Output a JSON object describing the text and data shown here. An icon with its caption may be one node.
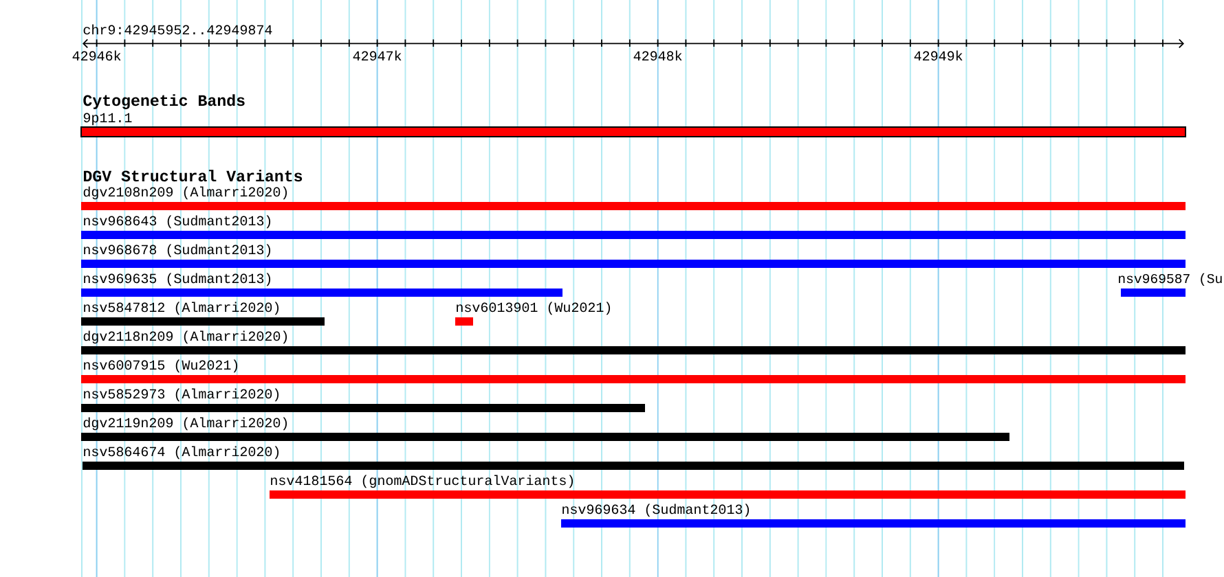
{
  "diagram": {
    "nodes": [
      {
        "text": [
          "9p11.1"
        ]
      },
      {
        "text": [
          "dgv2108n209 (Almarri2020)"
        ]
      },
      {
        "text": [
          "nsv968643 (Sudmant2013)"
        ]
      },
      {
        "text": [
          "nsv968678 (Sudmant2013)"
        ]
      },
      {
        "text": [
          "nsv969635 (Sudmant2013)"
        ]
      },
      {
        "text": [
          "nsv969587 (Su"
        ]
      },
      {
        "text": [
          "nsv5847812 (Almarri2020)"
        ]
      },
      {
        "text": [
          "nsv6013901 (Wu2021)"
        ]
      },
      {
        "text": [
          "dgv2118n209 (Almarri2020)"
        ]
      },
      {
        "text": [
          "nsv6007915 (Wu2021)"
        ]
      },
      {
        "text": [
          "nsv5852973 (Almarri2020)"
        ]
      },
      {
        "text": [
          "dgv2119n209 (Almarri2020)"
        ]
      },
      {
        "text": [
          "nsv5864674 (Almarri2020)"
        ]
      },
      {
        "text": [
          "nsv4181564 (gnomADStructuralVariants)"
        ]
      },
      {
        "text": [
          "nsv969634 (Sudmant2013)"
        ]
      }
    ],
    "labels": [
      "chr9:42945952..42949874",
      "42946k",
      "42947k",
      "42948k",
      "42949k",
      "Cytogenetic Bands",
      "DGV Structural Variants"
    ]
  }
}
